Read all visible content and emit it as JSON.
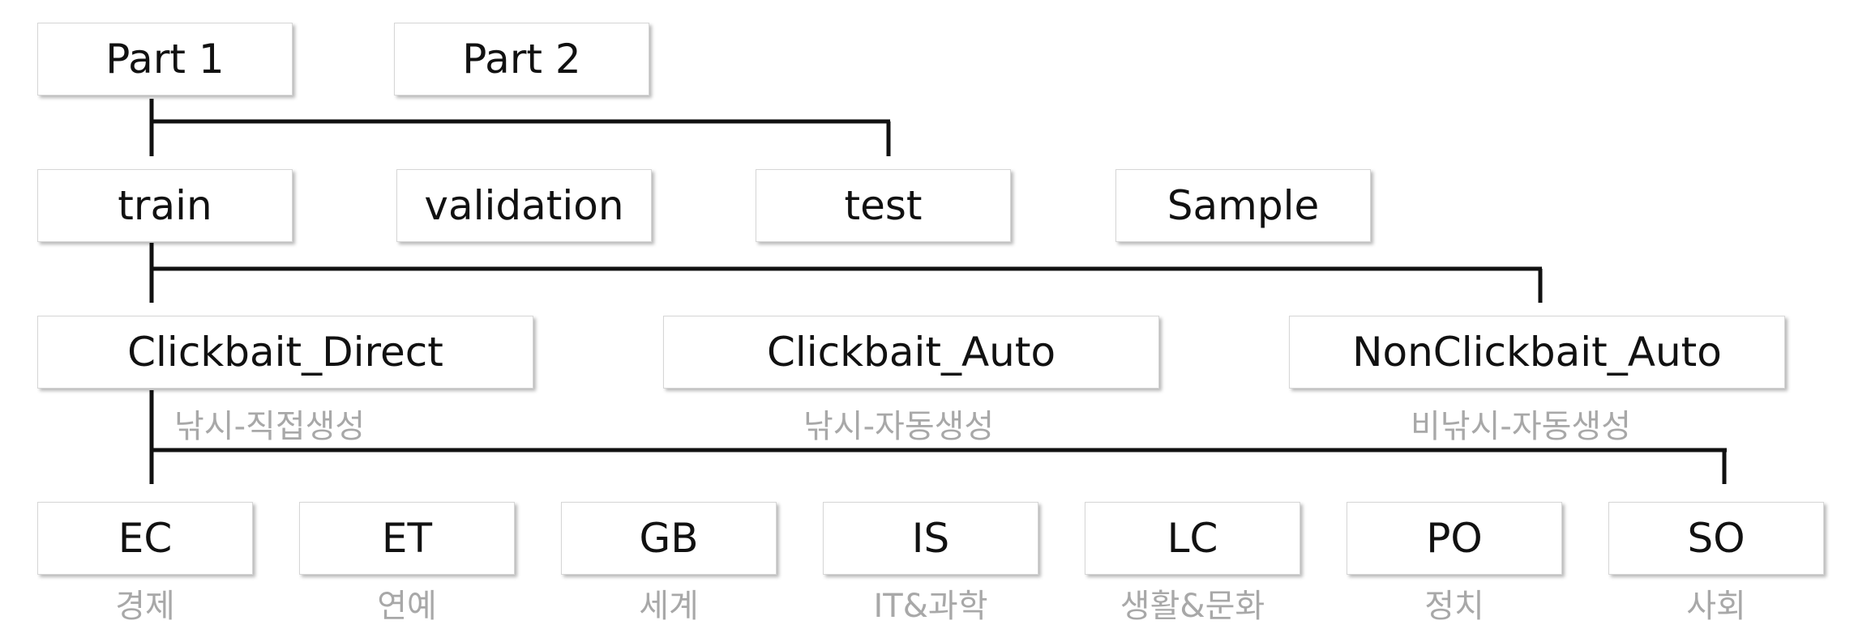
{
  "level1": [
    "Part 1",
    "Part 2"
  ],
  "level2": [
    "train",
    "validation",
    "test",
    "Sample"
  ],
  "level3": [
    {
      "label": "Clickbait_Direct",
      "sub": "낚시-직접생성"
    },
    {
      "label": "Clickbait_Auto",
      "sub": "낚시-자동생성"
    },
    {
      "label": "NonClickbait_Auto",
      "sub": "비낚시-자동생성"
    }
  ],
  "level4": [
    {
      "label": "EC",
      "sub": "경제"
    },
    {
      "label": "ET",
      "sub": "연예"
    },
    {
      "label": "GB",
      "sub": "세계"
    },
    {
      "label": "IS",
      "sub": "IT&과학"
    },
    {
      "label": "LC",
      "sub": "생활&문화"
    },
    {
      "label": "PO",
      "sub": "정치"
    },
    {
      "label": "SO",
      "sub": "사회"
    }
  ],
  "colors": {
    "box_border": "#d6d6d6",
    "line": "#111111",
    "sub_text": "#a8a8a8"
  }
}
